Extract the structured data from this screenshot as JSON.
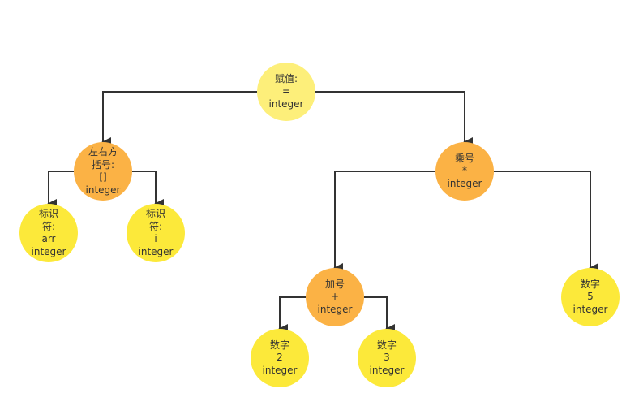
{
  "colors": {
    "root": "#fdef7a",
    "operator": "#fbb245",
    "leaf": "#fce93a",
    "edge": "#333333"
  },
  "nodes": {
    "assign": {
      "kind": "root",
      "lines": [
        "赋值:",
        "=",
        "integer"
      ]
    },
    "bracket": {
      "kind": "operator",
      "lines": [
        "左右方",
        "括号:",
        "[]",
        "integer"
      ]
    },
    "id_arr": {
      "kind": "leaf",
      "lines": [
        "标识",
        "符:",
        "arr",
        "integer"
      ]
    },
    "id_i": {
      "kind": "leaf",
      "lines": [
        "标识",
        "符:",
        "i",
        "integer"
      ]
    },
    "multiply": {
      "kind": "operator",
      "lines": [
        "乘号",
        "*",
        "integer"
      ]
    },
    "add": {
      "kind": "operator",
      "lines": [
        "加号",
        "+",
        "integer"
      ]
    },
    "num5": {
      "kind": "leaf",
      "lines": [
        "数字",
        "5",
        "integer"
      ]
    },
    "num2": {
      "kind": "leaf",
      "lines": [
        "数字",
        "2",
        "integer"
      ]
    },
    "num3": {
      "kind": "leaf",
      "lines": [
        "数字",
        "3",
        "integer"
      ]
    }
  },
  "edges": [
    {
      "from": "assign",
      "to": "bracket"
    },
    {
      "from": "assign",
      "to": "multiply"
    },
    {
      "from": "bracket",
      "to": "id_arr"
    },
    {
      "from": "bracket",
      "to": "id_i"
    },
    {
      "from": "multiply",
      "to": "add"
    },
    {
      "from": "multiply",
      "to": "num5"
    },
    {
      "from": "add",
      "to": "num2"
    },
    {
      "from": "add",
      "to": "num3"
    }
  ]
}
